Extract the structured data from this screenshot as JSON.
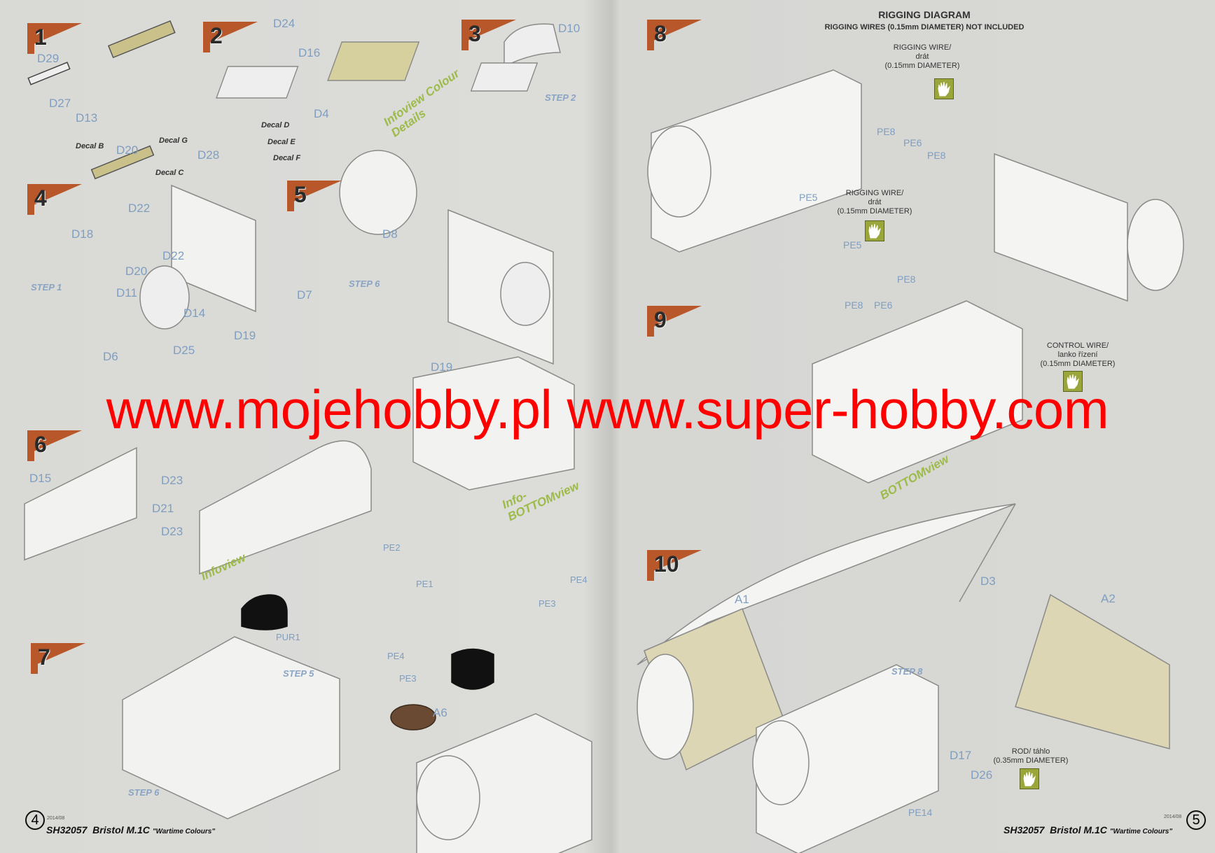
{
  "left_page": {
    "steps": [
      "1",
      "2",
      "3",
      "4",
      "5",
      "6",
      "7"
    ],
    "parts": [
      "D29",
      "D27",
      "D13",
      "D24",
      "D16",
      "D4",
      "D10",
      "D28",
      "D20",
      "D22",
      "D18",
      "D22",
      "D20",
      "D11",
      "D14",
      "D19",
      "D7",
      "D6",
      "D25",
      "D8",
      "D19",
      "D15",
      "D23",
      "D21",
      "D23",
      "PE2",
      "PE1",
      "PE4",
      "PE3",
      "PE4",
      "PE3",
      "PUR1",
      "A6"
    ],
    "decals": [
      "Decal G",
      "Decal D",
      "Decal E",
      "Decal F",
      "Decal B",
      "Decal C"
    ],
    "step_refs": [
      "STEP 2",
      "STEP 1",
      "STEP 6",
      "STEP 5",
      "STEP 6"
    ],
    "info": [
      "Infoview Colour Details",
      "Info-BOTTOMview",
      "Infoview"
    ],
    "footer": {
      "page": "4",
      "date": "2014/08",
      "code": "SH32057",
      "model": "Bristol M.1C",
      "subtitle": "\"Wartime Colours\""
    }
  },
  "right_page": {
    "title": "RIGGING DIAGRAM",
    "subtitle": "RIGGING WIRES (0.15mm DIAMETER) NOT INCLUDED",
    "steps": [
      "8",
      "9",
      "10"
    ],
    "notes": [
      {
        "l1": "RIGGING WIRE/",
        "l2": "drát",
        "l3": "(0.15mm DIAMETER)"
      },
      {
        "l1": "RIGGING WIRE/",
        "l2": "drát",
        "l3": "(0.15mm DIAMETER)"
      },
      {
        "l1": "CONTROL WIRE/",
        "l2": "lanko řízení",
        "l3": "(0.15mm DIAMETER)"
      },
      {
        "l1": "ROD/ táhlo",
        "l2": "(0.35mm DIAMETER)"
      }
    ],
    "parts": [
      "PE8",
      "PE6",
      "PE8",
      "PE5",
      "PE5",
      "PE8",
      "PE8",
      "PE6",
      "A1",
      "D3",
      "A2",
      "D17",
      "D26",
      "PE14"
    ],
    "step_refs": [
      "STEP 8"
    ],
    "info": [
      "BOTTOMview"
    ],
    "footer": {
      "page": "5",
      "date": "2014/08",
      "code": "SH32057",
      "model": "Bristol M.1C",
      "subtitle": "\"Wartime Colours\""
    }
  },
  "watermark": "www.mojehobby.pl www.super-hobby.com",
  "colors": {
    "badge": "#b8572a",
    "watermark": "#ff0000",
    "part_label": "#7f9ec0",
    "info": "#9dbb4a"
  }
}
